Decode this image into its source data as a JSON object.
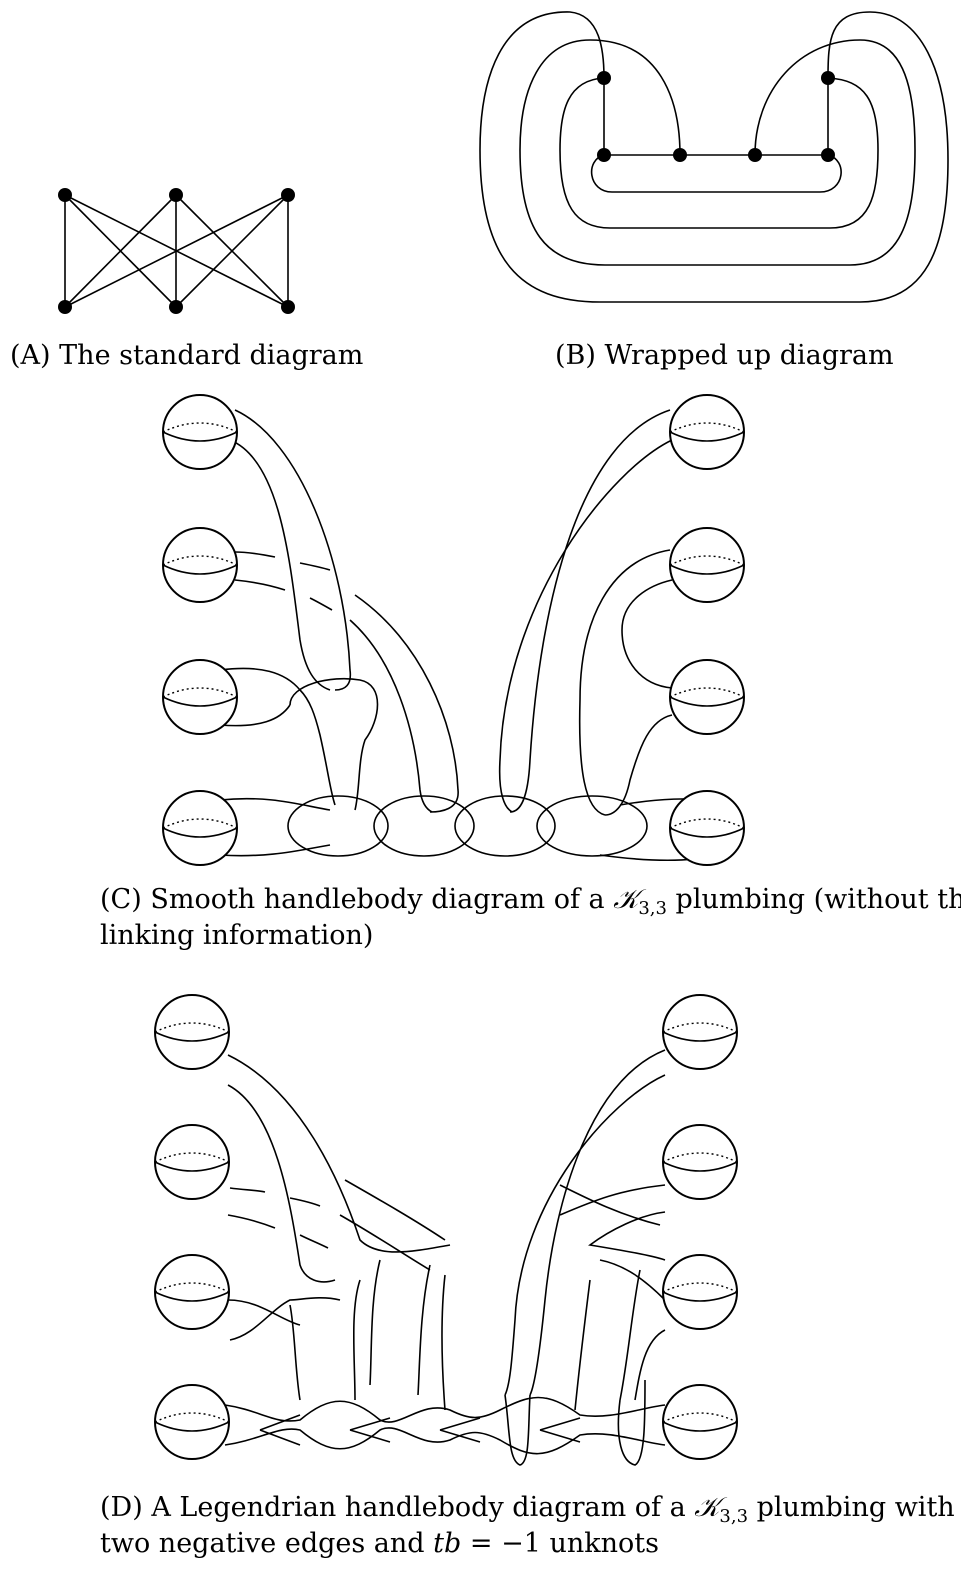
{
  "captions": {
    "a": {
      "label": "A",
      "text": "The standard diagram"
    },
    "b": {
      "label": "B",
      "text": "Wrapped up diagram"
    },
    "c": {
      "label": "C",
      "text_pre": "Smooth handlebody diagram of a ",
      "math_K": "𝒦",
      "math_sub": "3,3",
      "text_post1": " plumbing (without the",
      "text_line2": "linking information)"
    },
    "d": {
      "label": "D",
      "text_pre": "A Legendrian handlebody diagram of a ",
      "math_K": "𝒦",
      "math_sub": "3,3",
      "text_post1": " plumbing with",
      "text_line2_pre": "two negative edges and ",
      "math_tb": "tb",
      "text_line2_post": " = −1 unknots"
    }
  }
}
